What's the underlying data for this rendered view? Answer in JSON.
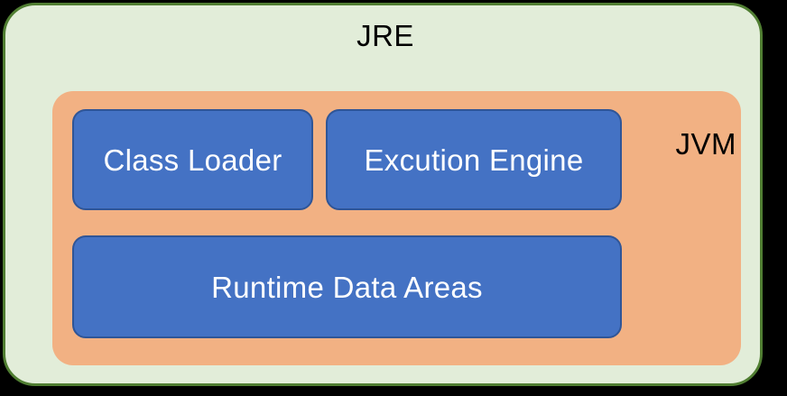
{
  "diagram": {
    "title": "JRE",
    "background_color": "#000000",
    "outer": {
      "label": "JRE",
      "fill_color": "#E2EDD9",
      "border_color": "#507E32",
      "text_color": "#000000"
    },
    "inner": {
      "label": "JVM",
      "fill_color": "#F2B183",
      "text_color": "#000000"
    },
    "components": [
      {
        "label": "Class Loader",
        "fill_color": "#4472C4",
        "border_color": "#2F5597",
        "text_color": "#FFFFFF"
      },
      {
        "label": "Excution Engine",
        "fill_color": "#4472C4",
        "border_color": "#2F5597",
        "text_color": "#FFFFFF"
      },
      {
        "label": "Runtime Data Areas",
        "fill_color": "#4472C4",
        "border_color": "#2F5597",
        "text_color": "#FFFFFF"
      }
    ]
  }
}
